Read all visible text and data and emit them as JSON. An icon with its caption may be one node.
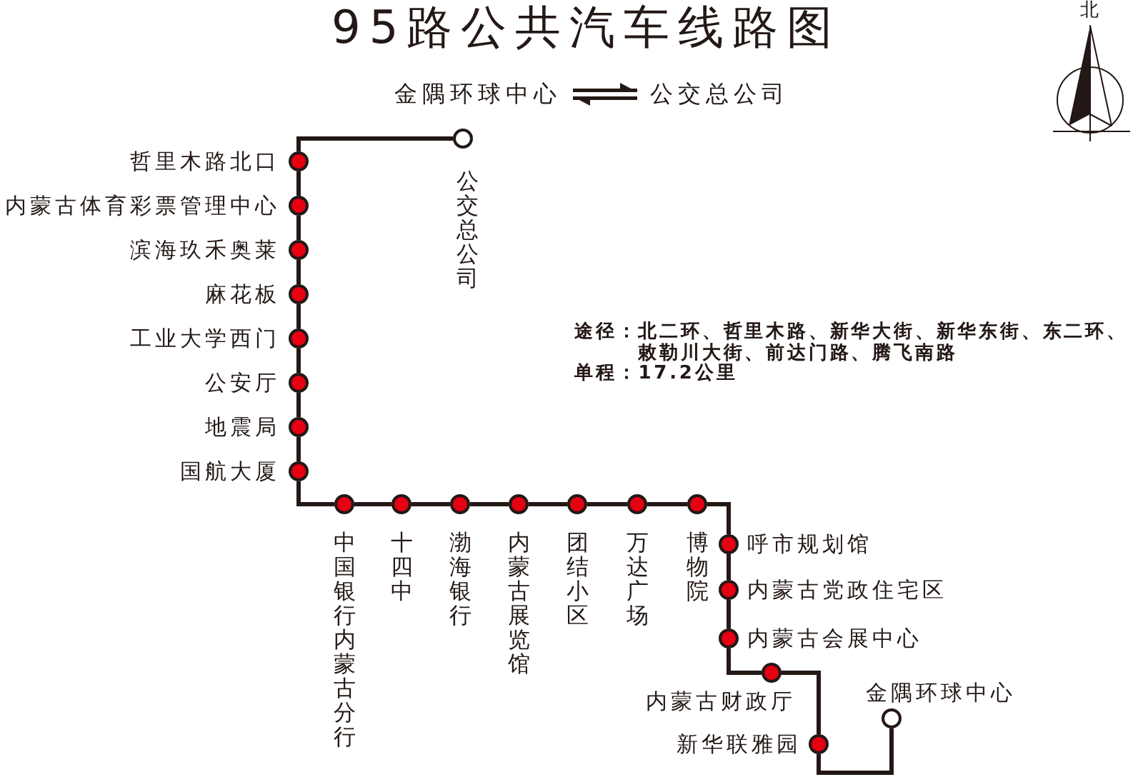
{
  "diagram": {
    "title": "95路公共汽车线路图",
    "nodes": [
      {
        "text": [
          "金隅环球中心"
        ]
      },
      {
        "text": [
          "公交总公司"
        ]
      },
      {
        "text": [],
        "shape": "circle",
        "beside": [
          "公交总公司"
        ]
      },
      {
        "text": [],
        "shape": "circle",
        "beside": [
          "哲里木路北口"
        ]
      },
      {
        "text": [],
        "shape": "circle",
        "beside": [
          "内蒙古体育彩票管理中心"
        ]
      },
      {
        "text": [],
        "shape": "circle",
        "beside": [
          "滨海玖禾奥莱"
        ]
      },
      {
        "text": [],
        "shape": "circle",
        "beside": [
          "麻花板"
        ]
      },
      {
        "text": [],
        "shape": "circle",
        "beside": [
          "工业大学西门"
        ]
      },
      {
        "text": [],
        "shape": "circle",
        "beside": [
          "公安厅"
        ]
      },
      {
        "text": [],
        "shape": "circle",
        "beside": [
          "地震局"
        ]
      },
      {
        "text": [],
        "shape": "circle",
        "beside": [
          "国航大厦"
        ]
      },
      {
        "text": [],
        "shape": "circle",
        "beside": [
          "中国银行内蒙古分行"
        ]
      },
      {
        "text": [],
        "shape": "circle",
        "beside": [
          "十四中"
        ]
      },
      {
        "text": [],
        "shape": "circle",
        "beside": [
          "渤海银行"
        ]
      },
      {
        "text": [],
        "shape": "circle",
        "beside": [
          "内蒙古展览馆"
        ]
      },
      {
        "text": [],
        "shape": "circle",
        "beside": [
          "团结小区"
        ]
      },
      {
        "text": [],
        "shape": "circle",
        "beside": [
          "万达广场"
        ]
      },
      {
        "text": [],
        "shape": "circle",
        "beside": [
          "博物院"
        ]
      },
      {
        "text": [],
        "shape": "circle",
        "beside": [
          "呼市规划馆"
        ]
      },
      {
        "text": [],
        "shape": "circle",
        "beside": [
          "内蒙古党政住宅区"
        ]
      },
      {
        "text": [],
        "shape": "circle",
        "beside": [
          "内蒙古会展中心"
        ]
      },
      {
        "text": [],
        "shape": "circle",
        "beside": [
          "内蒙古财政厅"
        ]
      },
      {
        "text": [],
        "shape": "circle",
        "beside": [
          "新华联雅园"
        ]
      },
      {
        "text": [],
        "shape": "circle",
        "beside": [
          "金隅环球中心"
        ]
      }
    ],
    "edges": [
      {
        "from": 0,
        "to": 1,
        "arrow": "both"
      },
      {
        "from": 2,
        "to": 3,
        "arrow": "none"
      },
      {
        "from": 3,
        "to": 4,
        "arrow": "none"
      },
      {
        "from": 4,
        "to": 5,
        "arrow": "none"
      },
      {
        "from": 5,
        "to": 6,
        "arrow": "none"
      },
      {
        "from": 6,
        "to": 7,
        "arrow": "none"
      },
      {
        "from": 7,
        "to": 8,
        "arrow": "none"
      },
      {
        "from": 8,
        "to": 9,
        "arrow": "none"
      },
      {
        "from": 9,
        "to": 10,
        "arrow": "none"
      },
      {
        "from": 10,
        "to": 11,
        "arrow": "none"
      },
      {
        "from": 11,
        "to": 12,
        "arrow": "none"
      },
      {
        "from": 12,
        "to": 13,
        "arrow": "none"
      },
      {
        "from": 13,
        "to": 14,
        "arrow": "none"
      },
      {
        "from": 14,
        "to": 15,
        "arrow": "none"
      },
      {
        "from": 15,
        "to": 16,
        "arrow": "none"
      },
      {
        "from": 16,
        "to": 17,
        "arrow": "none"
      },
      {
        "from": 17,
        "to": 18,
        "arrow": "none"
      },
      {
        "from": 18,
        "to": 19,
        "arrow": "none"
      },
      {
        "from": 19,
        "to": 20,
        "arrow": "none"
      },
      {
        "from": 20,
        "to": 21,
        "arrow": "none"
      },
      {
        "from": 21,
        "to": 22,
        "arrow": "none"
      },
      {
        "from": 22,
        "to": 23,
        "arrow": "none"
      }
    ],
    "labels": [
      "北",
      "途径：北二环、哲里木路、新华大街、新华东街、东二环、敕勒川大街、前达门路、腾飞南路",
      "单程：17.2公里"
    ]
  }
}
